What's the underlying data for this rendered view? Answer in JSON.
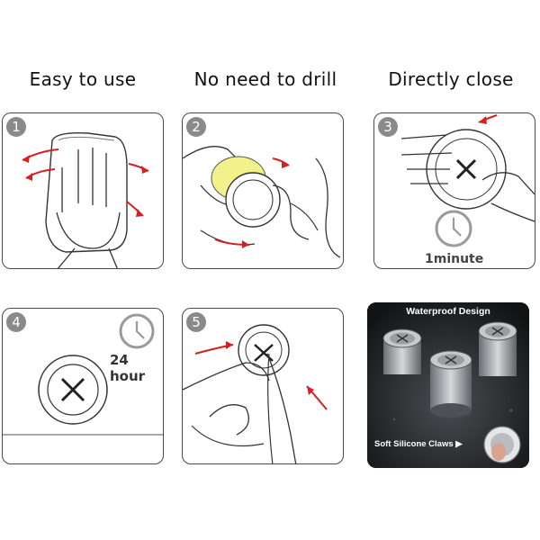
{
  "headings": {
    "easy": "Easy to use",
    "drill": "No need to drill",
    "close": "Directly close"
  },
  "steps": [
    {
      "number": "1"
    },
    {
      "number": "2"
    },
    {
      "number": "3",
      "caption": "1minute"
    },
    {
      "number": "4",
      "caption": "24 hour"
    },
    {
      "number": "5"
    }
  ],
  "photo": {
    "title": "Waterproof Design",
    "claws_label": "Soft Silicone Claws ▶"
  },
  "colors": {
    "arrow": "#d81e1e",
    "outline": "#3a3a3a",
    "pad": "#f3f28a"
  },
  "icons": [
    "clock-icon",
    "cross-mark-icon",
    "arrow-icon",
    "hand-illustration"
  ]
}
